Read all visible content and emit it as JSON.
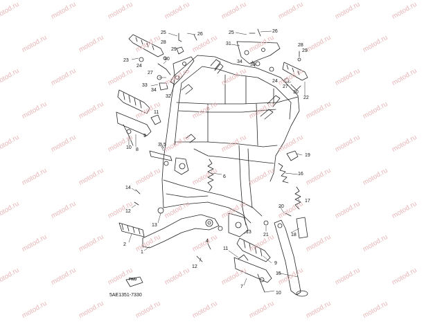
{
  "watermark": "motod.ru",
  "catalog_code": "5AE1351-7330",
  "forward_mark": "FWD",
  "callouts": [
    "25",
    "26",
    "28",
    "29",
    "23",
    "30",
    "24",
    "27",
    "33",
    "34",
    "32",
    "31",
    "25",
    "26",
    "28",
    "29",
    "34",
    "33",
    "24",
    "27",
    "30",
    "22",
    "11",
    "10",
    "8",
    "9",
    "3",
    "5",
    "6",
    "16",
    "19",
    "14",
    "12",
    "13",
    "17",
    "20",
    "21",
    "18",
    "13",
    "2",
    "1",
    "4",
    "12",
    "11",
    "9",
    "7",
    "15",
    "10"
  ],
  "colors": {
    "line": "#222222",
    "watermark": "#e9b7b7",
    "background": "#ffffff"
  }
}
